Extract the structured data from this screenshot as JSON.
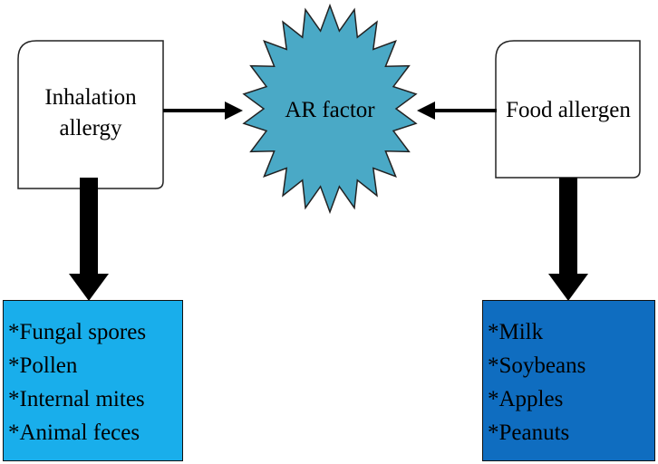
{
  "nodes": {
    "inhalation": {
      "label_line1": "Inhalation",
      "label_line2": "allergy"
    },
    "center": {
      "label": "AR factor"
    },
    "food": {
      "label": "Food allergen"
    }
  },
  "lists": {
    "inhalation": {
      "items": [
        "*Fungal spores",
        "*Pollen",
        "*Internal mites",
        "*Animal feces"
      ]
    },
    "food": {
      "items": [
        "*Milk",
        "*Soybeans",
        "*Apples",
        "*Peanuts"
      ]
    }
  },
  "colors": {
    "star_fill": "#4aa9c6",
    "left_list_fill": "#19aeeb",
    "right_list_fill": "#0f6dc0",
    "arrow": "#000000",
    "node_fill": "#ffffff"
  }
}
